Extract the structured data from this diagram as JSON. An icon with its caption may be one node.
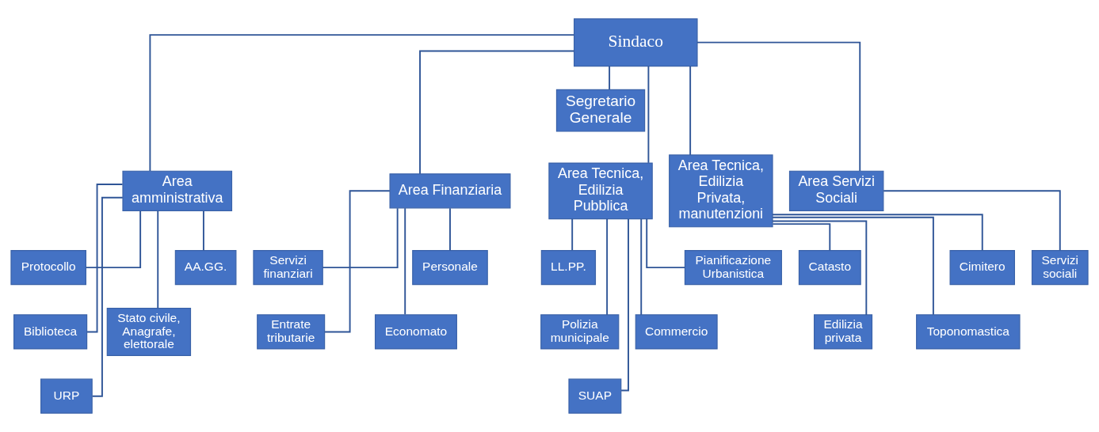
{
  "diagram": {
    "nodes": [
      {
        "text": [
          "Sindaco"
        ]
      },
      {
        "text": [
          "Segretario Generale"
        ]
      },
      {
        "text": [
          "Area amministrativa"
        ]
      },
      {
        "text": [
          "Area Finanziaria"
        ]
      },
      {
        "text": [
          "Area Tecnica, Edilizia Pubblica"
        ]
      },
      {
        "text": [
          "Area Tecnica, Edilizia Privata, manutenzioni"
        ]
      },
      {
        "text": [
          "Area Servizi Sociali"
        ]
      },
      {
        "text": [
          "AA.GG."
        ]
      },
      {
        "text": [
          "Protocollo"
        ]
      },
      {
        "text": [
          "Stato civile, Anagrafe, elettorale"
        ]
      },
      {
        "text": [
          "Biblioteca"
        ]
      },
      {
        "text": [
          "URP"
        ]
      },
      {
        "text": [
          "Servizi finanziari"
        ]
      },
      {
        "text": [
          "Personale"
        ]
      },
      {
        "text": [
          "Entrate tributarie"
        ]
      },
      {
        "text": [
          "Economato"
        ]
      },
      {
        "text": [
          "Pianificazione Urbanistica"
        ]
      },
      {
        "text": [
          "LL.PP."
        ]
      },
      {
        "text": [
          "Commercio"
        ]
      },
      {
        "text": [
          "Polizia municipale"
        ]
      },
      {
        "text": [
          "SUAP"
        ]
      },
      {
        "text": [
          "Catasto"
        ]
      },
      {
        "text": [
          "Cimitero"
        ]
      },
      {
        "text": [
          "Edilizia privata"
        ]
      },
      {
        "text": [
          "Toponomastica"
        ]
      },
      {
        "text": [
          "Servizi sociali"
        ]
      }
    ],
    "edges": [
      {
        "from": 0,
        "to": 1,
        "arrow": "none"
      },
      {
        "from": 0,
        "to": 2,
        "arrow": "none"
      },
      {
        "from": 0,
        "to": 3,
        "arrow": "none"
      },
      {
        "from": 0,
        "to": 4,
        "arrow": "none"
      },
      {
        "from": 0,
        "to": 5,
        "arrow": "none"
      },
      {
        "from": 0,
        "to": 6,
        "arrow": "none"
      },
      {
        "from": 2,
        "to": 7,
        "arrow": "none"
      },
      {
        "from": 2,
        "to": 8,
        "arrow": "none"
      },
      {
        "from": 2,
        "to": 9,
        "arrow": "none"
      },
      {
        "from": 2,
        "to": 10,
        "arrow": "none"
      },
      {
        "from": 2,
        "to": 11,
        "arrow": "none"
      },
      {
        "from": 3,
        "to": 12,
        "arrow": "none"
      },
      {
        "from": 3,
        "to": 13,
        "arrow": "none"
      },
      {
        "from": 3,
        "to": 14,
        "arrow": "none"
      },
      {
        "from": 3,
        "to": 15,
        "arrow": "none"
      },
      {
        "from": 4,
        "to": 16,
        "arrow": "none"
      },
      {
        "from": 4,
        "to": 17,
        "arrow": "none"
      },
      {
        "from": 4,
        "to": 18,
        "arrow": "none"
      },
      {
        "from": 4,
        "to": 19,
        "arrow": "none"
      },
      {
        "from": 4,
        "to": 20,
        "arrow": "none"
      },
      {
        "from": 5,
        "to": 21,
        "arrow": "none"
      },
      {
        "from": 5,
        "to": 22,
        "arrow": "none"
      },
      {
        "from": 5,
        "to": 23,
        "arrow": "none"
      },
      {
        "from": 5,
        "to": 24,
        "arrow": "none"
      },
      {
        "from": 6,
        "to": 25,
        "arrow": "none"
      }
    ]
  }
}
